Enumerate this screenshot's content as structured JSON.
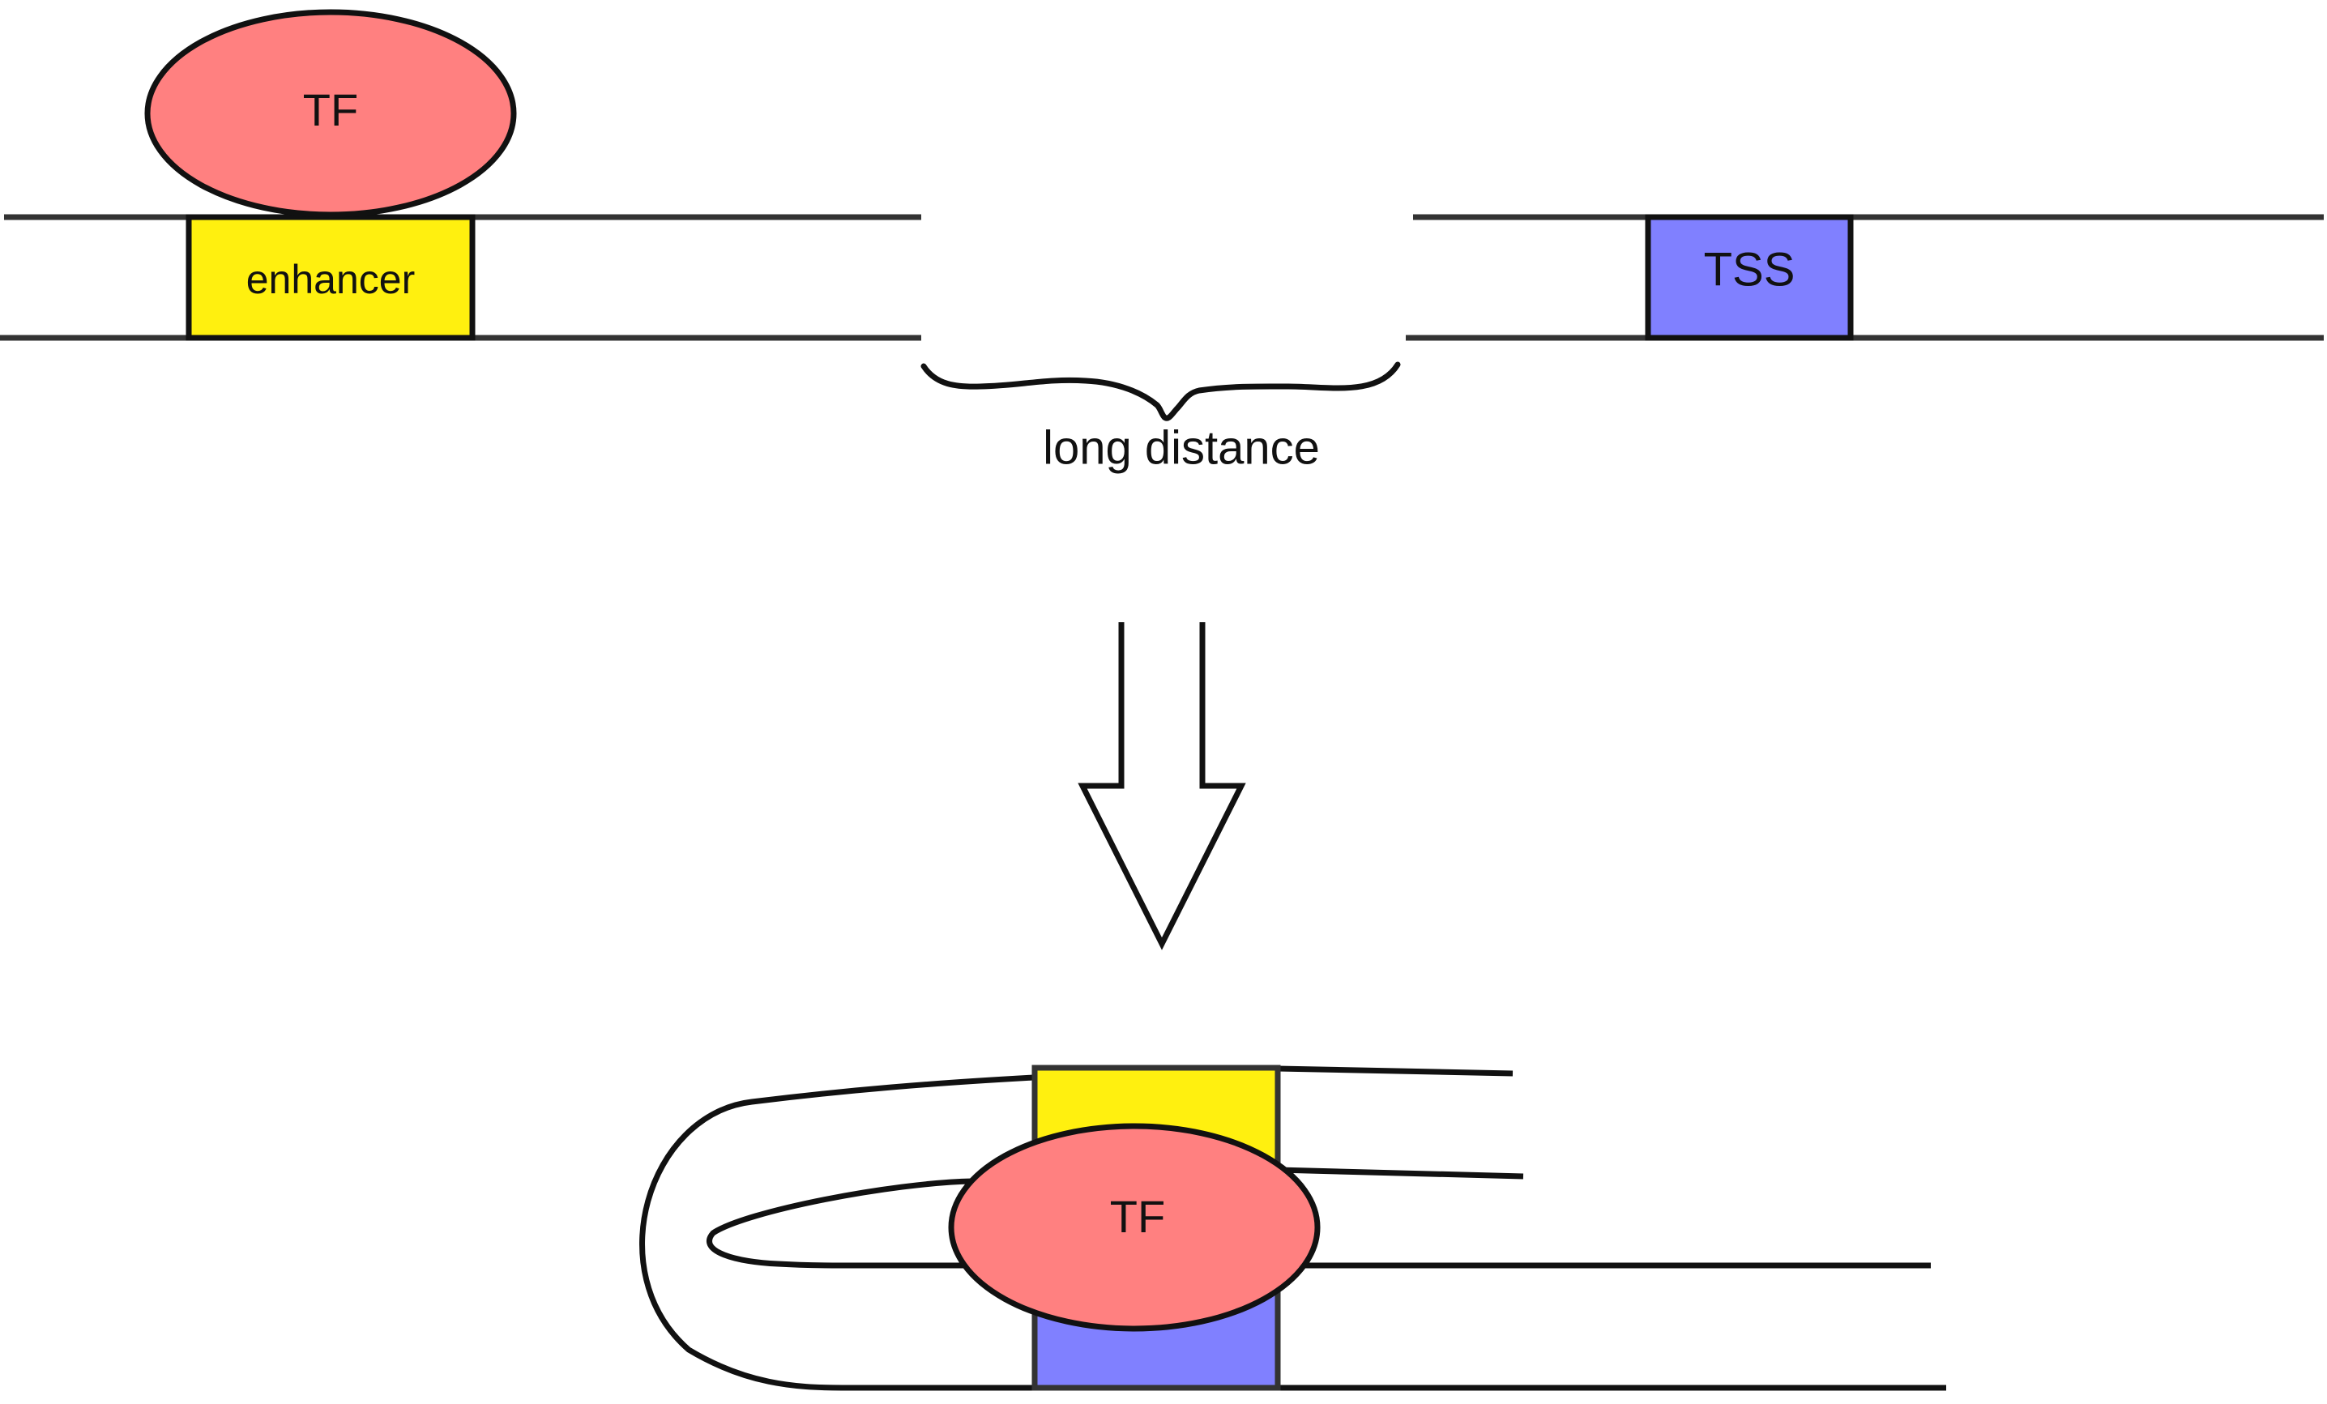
{
  "top": {
    "tf_label": "TF",
    "enhancer_label": "enhancer",
    "tss_label": "TSS",
    "distance_label": "long distance"
  },
  "bottom": {
    "tf_label": "TF"
  },
  "colors": {
    "tf": "#ff8080",
    "enhancer": "#fff00f",
    "tss": "#8080ff",
    "line": "#111111",
    "dna_line": "#333333"
  }
}
